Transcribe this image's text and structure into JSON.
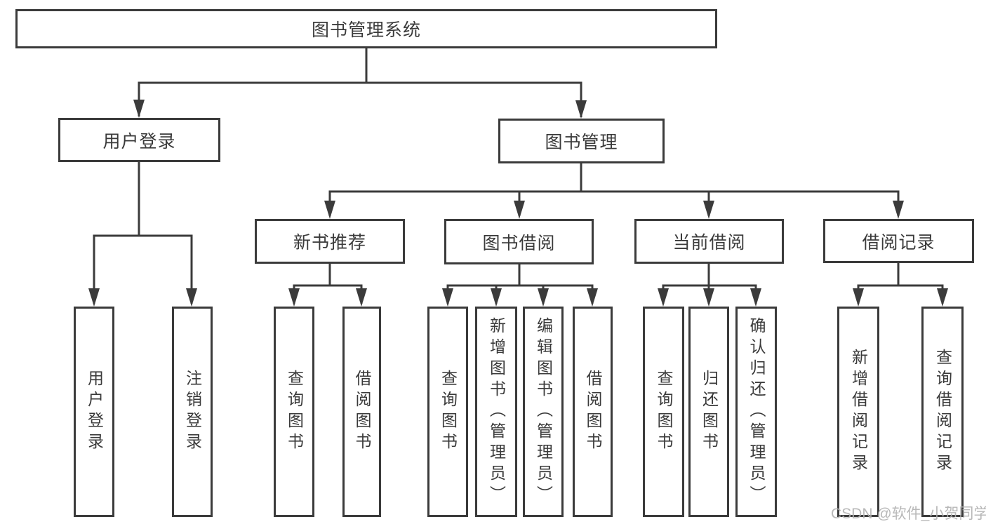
{
  "diagram": {
    "root": {
      "label": "图书管理系统"
    },
    "branches": [
      {
        "label": "用户登录",
        "leaves": [
          {
            "label": "用户登录"
          },
          {
            "label": "注销登录"
          }
        ]
      },
      {
        "label": "图书管理",
        "groups": [
          {
            "label": "新书推荐",
            "leaves": [
              {
                "label": "查询图书"
              },
              {
                "label": "借阅图书"
              }
            ]
          },
          {
            "label": "图书借阅",
            "leaves": [
              {
                "label": "查询图书"
              },
              {
                "label": "新增图书（管理员）"
              },
              {
                "label": "编辑图书（管理员）"
              },
              {
                "label": "借阅图书"
              }
            ]
          },
          {
            "label": "当前借阅",
            "leaves": [
              {
                "label": "查询图书"
              },
              {
                "label": "归还图书"
              },
              {
                "label": "确认归还（管理员）"
              }
            ]
          },
          {
            "label": "借阅记录",
            "leaves": [
              {
                "label": "新增借阅记录"
              },
              {
                "label": "查询借阅记录"
              }
            ]
          }
        ]
      }
    ]
  },
  "watermark": {
    "text": "CSDN @软件_小贺同学"
  },
  "colors": {
    "line": "#3b3b3b",
    "text": "#3a3a3a",
    "watermark": "#b2b2b2",
    "background": "#ffffff"
  }
}
